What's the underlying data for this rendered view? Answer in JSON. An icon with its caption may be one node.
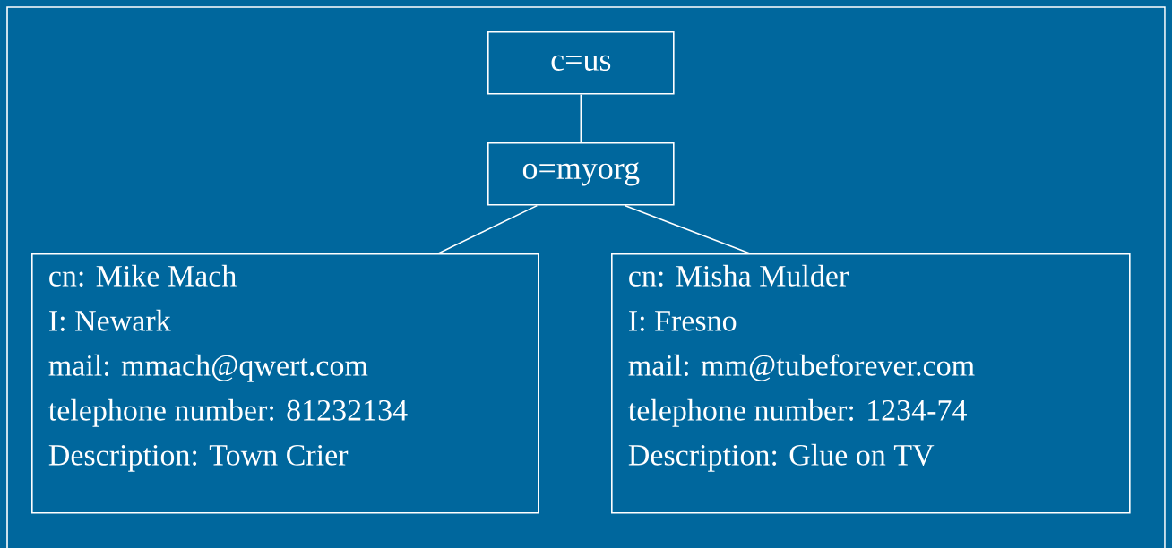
{
  "diagram": {
    "nodes": [
      {
        "text": [
          "c=us"
        ]
      },
      {
        "text": [
          "o=myorg"
        ]
      },
      {
        "text": [
          "cn: Mike Mach",
          "I: Newark",
          "mail: mmach@qwert.com",
          "telephone number: 81232134",
          "Description: Town Crier"
        ]
      },
      {
        "text": [
          "cn: Misha Mulder",
          "I: Fresno",
          "mail: mm@tubeforever.com",
          "telephone number: 1234-74",
          "Description: Glue on TV"
        ]
      }
    ],
    "edges": [
      {
        "from": 0,
        "to": 1,
        "arrow": "none"
      },
      {
        "from": 1,
        "to": 2,
        "arrow": "none"
      },
      {
        "from": 1,
        "to": 3,
        "arrow": "none"
      }
    ]
  }
}
